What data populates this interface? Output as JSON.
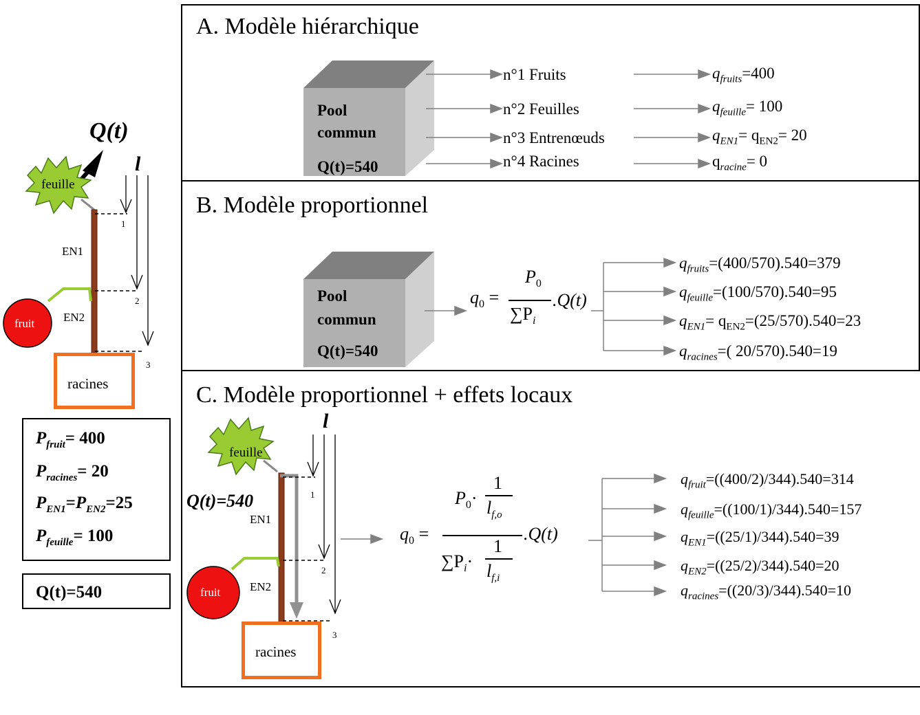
{
  "panels": {
    "a": {
      "title": "A. Modèle hiérarchique",
      "pool": {
        "line1": "Pool",
        "line2": "commun",
        "qt": "Q(t)=540"
      },
      "ranks": [
        "n°1 Fruits",
        "n°2 Feuilles",
        "n°3 Entrenœuds",
        "n°4 Racines"
      ],
      "results": [
        {
          "q": "q",
          "sub": "fruits",
          "rest": "=400"
        },
        {
          "q": "q",
          "sub": "feuille",
          "rest": "= 100"
        },
        {
          "q": "q",
          "sub": "EN1",
          "rest": "= q",
          "sub2": "EN2",
          "rest2": "= 20"
        },
        {
          "q": "q",
          "sub": "racine",
          "rest": "= 0"
        }
      ]
    },
    "b": {
      "title": "B. Modèle proportionnel",
      "pool": {
        "line1": "Pool",
        "line2": "commun",
        "qt": "Q(t)=540"
      },
      "formula": {
        "lhs": "q",
        "lhs_sub": "0",
        "eq": "=",
        "num": "P",
        "num_sub": "0",
        "den": "∑P",
        "den_sub": "i",
        "tail": ".Q(t)"
      },
      "results": [
        {
          "q": "q",
          "sub": "fruits",
          "rest": "=(400/570).540=379"
        },
        {
          "q": "q",
          "sub": "feuille",
          "rest": "=(100/570).540=95"
        },
        {
          "q": "q",
          "sub": "EN1",
          "rest": "= q",
          "sub2": "EN2",
          "rest2": "=(25/570).540=23"
        },
        {
          "q": "q",
          "sub": "racines",
          "rest": "=( 20/570).540=19"
        }
      ]
    },
    "c": {
      "title": "C. Modèle proportionnel + effets locaux",
      "qt_label": "Q(t)=540",
      "formula": {
        "lhs": "q",
        "lhs_sub": "0",
        "eq": "=",
        "num_p": "P",
        "num_p_sub": "0",
        "one": "1",
        "l": "l",
        "l_sub_num": "f,o",
        "den_sum": "∑P",
        "den_sum_sub": "i",
        "l_sub_den": "f,i",
        "tail": ".Q(t)"
      },
      "results": [
        {
          "q": "q",
          "sub": "fruit",
          "rest": "=((400/2)/344).540=314"
        },
        {
          "q": "q",
          "sub": "feuille",
          "rest": "=((100/1)/344).540=157"
        },
        {
          "q": "q",
          "sub": "EN1",
          "rest": "=((25/1)/344).540=39"
        },
        {
          "q": "q",
          "sub": "EN2",
          "rest": "=((25/2)/344).540=20"
        },
        {
          "q": "q",
          "sub": "racines",
          "rest": "=((20/3)/344).540=10"
        }
      ]
    }
  },
  "plant": {
    "leaf": "feuille",
    "fruit": "fruit",
    "roots": "racines",
    "en1": "EN1",
    "en2": "EN2",
    "l": "l",
    "qt": "Q(t)",
    "levels": [
      "1",
      "2",
      "3"
    ]
  },
  "params": {
    "p_fruit": {
      "sub": "fruit",
      "rest": "= 400"
    },
    "p_racines": {
      "sub": "racines",
      "rest": "= 20"
    },
    "p_en": {
      "sub1": "EN1",
      "sub2": "EN2",
      "rest": "=25"
    },
    "p_feuille": {
      "sub": "feuille",
      "rest": "= 100"
    },
    "p_letter": "P"
  },
  "qt_box": "Q(t)=540",
  "colors": {
    "leaf": "#99cc33",
    "leaf_edge": "#4a7a1a",
    "stem": "#8b3a1a",
    "fruit": "#ee1111",
    "roots_border": "#f07020",
    "pool_front": "#b0b0b0",
    "pool_top": "#808080",
    "pool_side": "#d0d0d0",
    "arrow_gray": "#808080",
    "branch": "#99cc33"
  }
}
